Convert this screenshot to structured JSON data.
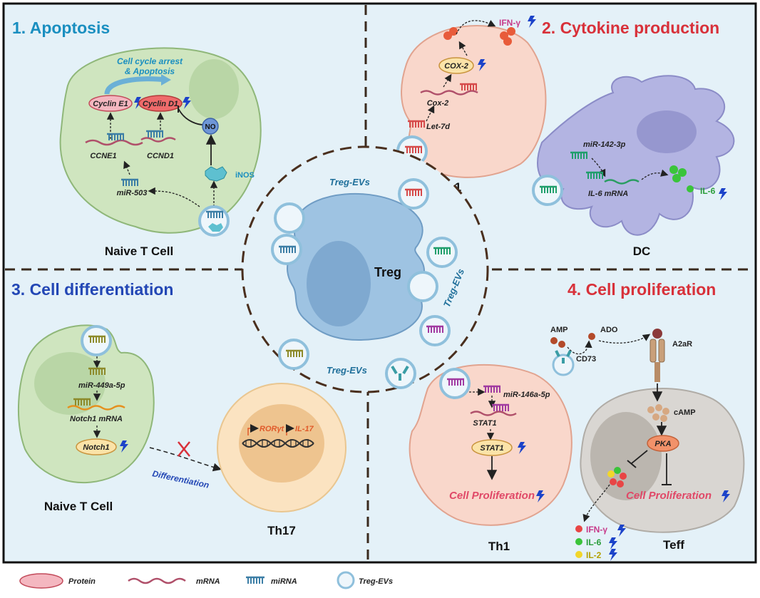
{
  "quadrants": {
    "apoptosis": {
      "title": "1. Apoptosis",
      "color": "#1a8fc0",
      "cell_label": "Naive T Cell"
    },
    "cytokine": {
      "title": "2. Cytokine production",
      "color": "#d8313a",
      "th1_label": "Th1",
      "dc_label": "DC"
    },
    "differentiation": {
      "title": "3. Cell differentiation",
      "color": "#2347b5",
      "cell_label": "Naive T Cell",
      "th17_label": "Th17"
    },
    "proliferation": {
      "title": "4. Cell proliferation",
      "color": "#d8313a",
      "th1_label": "Th1",
      "teff_label": "Teff"
    }
  },
  "center": {
    "treg_label": "Treg",
    "ev_label": "Treg-EVs"
  },
  "apoptosis_items": {
    "arrest_text_1": "Cell cycle arrest",
    "arrest_text_2": "& Apoptosis",
    "cyclin_e1": "Cyclin E1",
    "cyclin_d1": "Cyclin D1",
    "no": "NO",
    "ccne1": "CCNE1",
    "ccnd1": "CCND1",
    "inos": "iNOS",
    "mir503": "miR-503"
  },
  "cytokine_items": {
    "ifn": "IFN-γ",
    "cox2_protein": "COX-2",
    "cox2_mrna": "Cox-2",
    "let7d": "Let-7d",
    "mir142": "miR-142-3p",
    "il6_mrna": "IL-6 mRNA",
    "il6": "IL-6"
  },
  "differentiation_items": {
    "mir449": "miR-449a-5p",
    "notch1_mrna": "Notch1 mRNA",
    "notch1": "Notch1",
    "differentiation": "Differentiation",
    "roryt": "RORγt",
    "il17": "IL-17"
  },
  "proliferation_items": {
    "mir146": "miR-146a-5p",
    "stat1_mrna": "STAT1",
    "stat1_protein": "STAT1",
    "cell_prolif": "Cell Proliferation",
    "amp": "AMP",
    "ado": "ADO",
    "cd73": "CD73",
    "a2ar": "A2aR",
    "camp": "cAMP",
    "pka": "PKA",
    "ifn": "IFN-γ",
    "il6": "IL-6",
    "il2": "IL-2"
  },
  "legend": {
    "protein": "Protein",
    "mrna": "mRNA",
    "mirna": "miRNA",
    "evs": "Treg-EVs"
  },
  "colors": {
    "panel_bg": "#e4f1f8",
    "naive_cell": "#cfe5bf",
    "th1_cell": "#f9d7cb",
    "dc_cell": "#b3b4e2",
    "treg_cell": "#9ec3e2",
    "th17_cell": "#fbe3c1",
    "teff_cell": "#d9d6d2",
    "down_arrow": "#1c43c9"
  }
}
